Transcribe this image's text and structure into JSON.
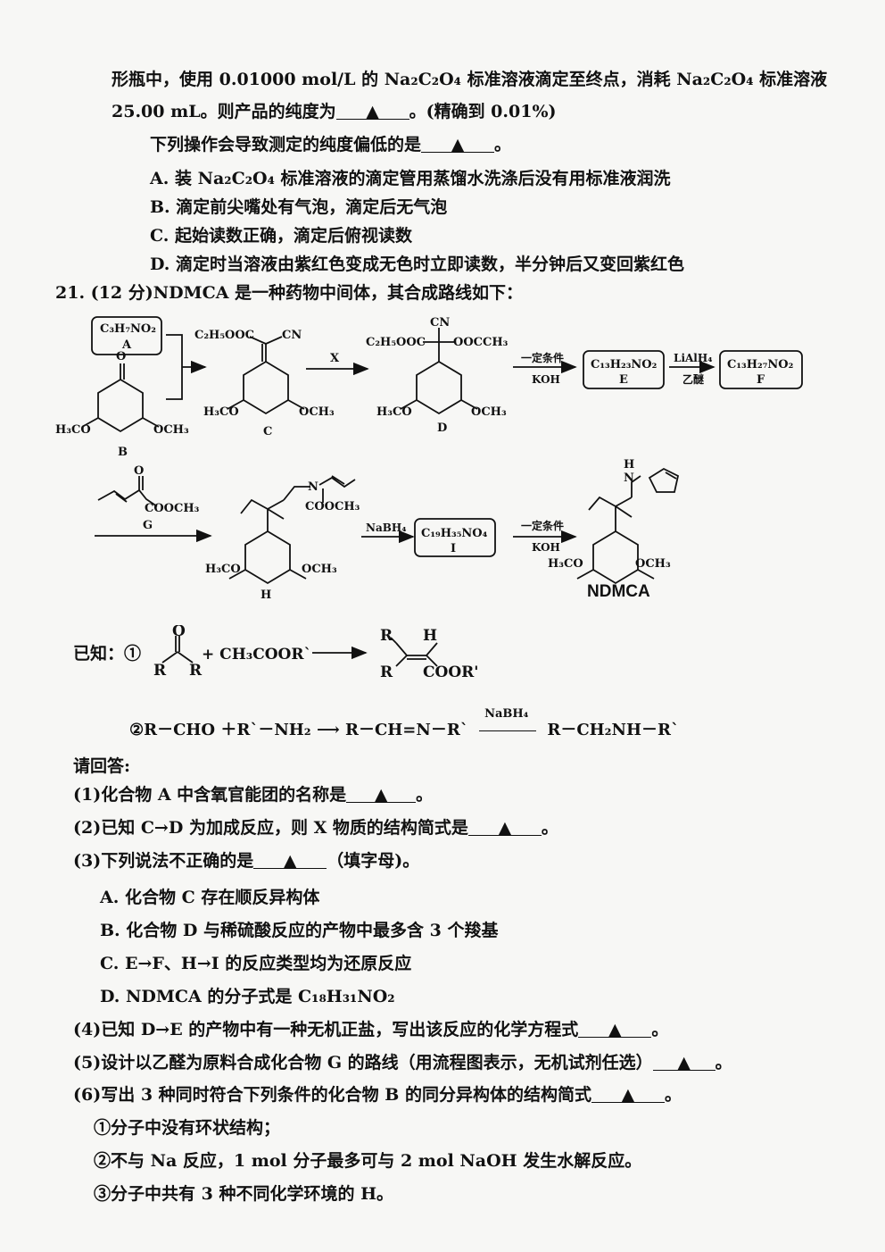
{
  "q20_cont": {
    "line1": "形瓶中，使用 0.01000 mol/L 的 Na₂C₂O₄ 标准溶液滴定至终点，消耗 Na₂C₂O₄ 标准溶液",
    "line2_pre": "25.00 mL。则产品的纯度为",
    "line2_post": "。(精确到 0.01%)",
    "line3_pre": "下列操作会导致测定的纯度偏低的是",
    "line3_post": "。",
    "options": [
      "A.  装 Na₂C₂O₄ 标准溶液的滴定管用蒸馏水洗涤后没有用标准液润洗",
      "B.  滴定前尖嘴处有气泡，滴定后无气泡",
      "C.  起始读数正确，滴定后俯视读数",
      "D.  滴定时当溶液由紫红色变成无色时立即读数，半分钟后又变回紫红色"
    ]
  },
  "blank_mark": "▲",
  "q21": {
    "heading": "21.  (12 分)NDMCA 是一种药物中间体，其合成路线如下：",
    "scheme": {
      "A_formula": "C₃H₇NO₂",
      "A_label": "A",
      "B_label": "B",
      "C_label": "C",
      "D_label": "D",
      "E_formula": "C₁₃H₂₃NO₂",
      "E_label": "E",
      "F_formula": "C₁₃H₂₇NO₂",
      "F_label": "F",
      "G_label": "G",
      "H_label": "H",
      "I_formula": "C₁₉H₃₅NO₄",
      "I_label": "I",
      "product_label": "NDMCA",
      "arrow_X": "X",
      "arrow_DE_top": "一定条件",
      "arrow_DE_bottom": "KOH",
      "arrow_EF_top": "LiAlH₄",
      "arrow_EF_bottom": "乙醚",
      "arrow_HI_top": "NaBH₄",
      "arrow_I_top": "一定条件",
      "arrow_I_bottom": "KOH",
      "ch3o": "H₃CO",
      "och3": "OCH₃",
      "c2h5ooc": "C₂H₅OOC",
      "cn": "CN",
      "occh3": "OOCCH₃",
      "cooch3": "COOCH₃",
      "o": "O",
      "n": "N",
      "nh": "N",
      "h": "H"
    },
    "known": {
      "label": "已知：①",
      "r1": "R",
      "r2": "R",
      "plus_reagent": "+  CH₃COOR`",
      "prod_r1": "R",
      "prod_h": "H",
      "prod_r2": "R",
      "prod_coor": "COOR'",
      "line2": "②R－CHO ＋R`－NH₂ ⟶ R－CH=N－R`",
      "line2_reagent": "NaBH₄",
      "line2_product": "R－CH₂NH－R`"
    },
    "ask": "请回答:",
    "sub": [
      {
        "pre": "(1)化合物 A 中含氧官能团的名称是",
        "post": "。"
      },
      {
        "pre": "(2)已知 C→D 为加成反应，则 X 物质的结构简式是",
        "post": "。"
      },
      {
        "pre": "(3)下列说法不正确的是",
        "post": "（填字母)。"
      }
    ],
    "q3_options": [
      "A.  化合物 C 存在顺反异构体",
      "B.  化合物 D 与稀硫酸反应的产物中最多含 3 个羧基",
      "C.  E→F、H→I 的反应类型均为还原反应",
      "D.  NDMCA 的分子式是 C₁₈H₃₁NO₂"
    ],
    "sub2": [
      {
        "pre": "(4)已知 D→E 的产物中有一种无机正盐，写出该反应的化学方程式",
        "post": "。"
      },
      {
        "pre": "(5)设计以乙醛为原料合成化合物 G 的路线（用流程图表示，无机试剂任选）",
        "post": "。"
      },
      {
        "pre": "(6)写出 3 种同时符合下列条件的化合物 B 的同分异构体的结构简式",
        "post": "。"
      }
    ],
    "conditions": [
      "①分子中没有环状结构；",
      "②不与 Na 反应，1 mol 分子最多可与 2 mol NaOH 发生水解反应。",
      "③分子中共有 3 种不同化学环境的 H。"
    ]
  }
}
